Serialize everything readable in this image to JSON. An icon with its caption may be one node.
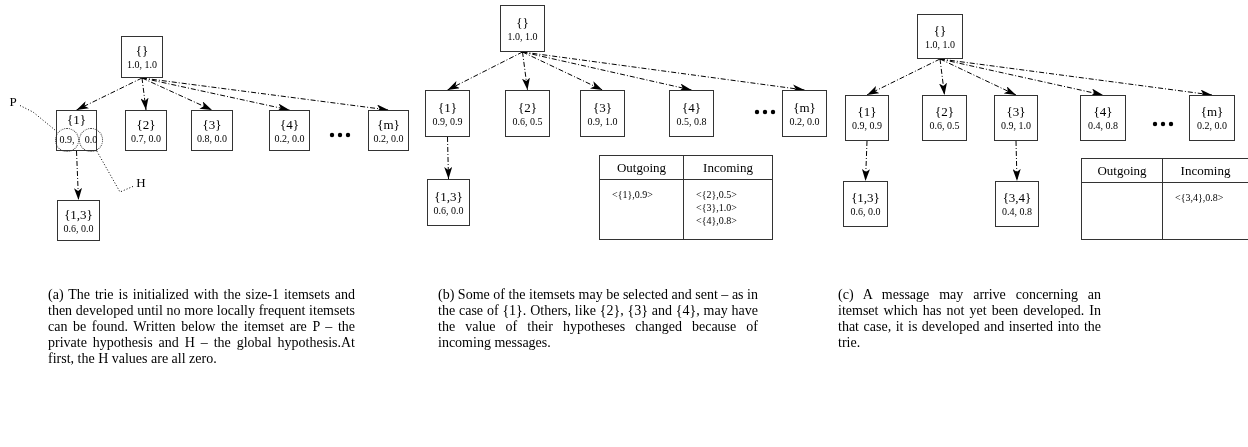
{
  "diagram": {
    "nodes": [
      {
        "text": [
          "{}",
          "1.0, 1.0"
        ]
      },
      {
        "text": [
          "{1}"
        ]
      },
      {
        "text": [
          "0.9,"
        ],
        "in": 1
      },
      {
        "text": [
          "0.0"
        ],
        "in": 1
      },
      {
        "text": [
          "{2}",
          "0.7, 0.0"
        ]
      },
      {
        "text": [
          "{3}",
          "0.8, 0.0"
        ]
      },
      {
        "text": [
          "{4}",
          "0.2, 0.0"
        ]
      },
      {
        "text": [
          "{m}",
          "0.2, 0.0"
        ]
      },
      {
        "text": [
          "{1,3}",
          "0.6, 0.0"
        ]
      },
      {
        "text": [
          "P"
        ]
      },
      {
        "text": [
          "H"
        ]
      },
      {
        "text": [
          "{}",
          "1.0, 1.0"
        ]
      },
      {
        "text": [
          "{1}",
          "0.9, 0.9"
        ]
      },
      {
        "text": [
          "{2}",
          "0.6, 0.5"
        ]
      },
      {
        "text": [
          "{3}",
          "0.9, 1.0"
        ]
      },
      {
        "text": [
          "{4}",
          "0.5, 0.8"
        ]
      },
      {
        "text": [
          "{m}",
          "0.2, 0.0"
        ]
      },
      {
        "text": [
          "{1,3}",
          "0.6, 0.0"
        ]
      },
      {
        "text": [
          "{}",
          "1.0, 1.0"
        ]
      },
      {
        "text": [
          "{1}",
          "0.9, 0.9"
        ]
      },
      {
        "text": [
          "{2}",
          "0.6, 0.5"
        ]
      },
      {
        "text": [
          "{3}",
          "0.9, 1.0"
        ]
      },
      {
        "text": [
          "{4}",
          "0.4, 0.8"
        ]
      },
      {
        "text": [
          "{m}",
          "0.2, 0.0"
        ]
      },
      {
        "text": [
          "{1,3}",
          "0.6, 0.0"
        ]
      },
      {
        "text": [
          "{3,4}",
          "0.4, 0.8"
        ]
      }
    ],
    "edges": [
      {
        "from": 0,
        "to": 1,
        "arrow": "to"
      },
      {
        "from": 0,
        "to": 4,
        "arrow": "to"
      },
      {
        "from": 0,
        "to": 5,
        "arrow": "to"
      },
      {
        "from": 0,
        "to": 6,
        "arrow": "to"
      },
      {
        "from": 0,
        "to": 7,
        "arrow": "to"
      },
      {
        "from": 1,
        "to": 8,
        "arrow": "to"
      },
      {
        "from": 9,
        "to": 2,
        "arrow": "none",
        "style": "dashed"
      },
      {
        "from": 10,
        "to": 3,
        "arrow": "none",
        "style": "dashed"
      },
      {
        "from": 11,
        "to": 12,
        "arrow": "to"
      },
      {
        "from": 11,
        "to": 13,
        "arrow": "to"
      },
      {
        "from": 11,
        "to": 14,
        "arrow": "to"
      },
      {
        "from": 11,
        "to": 15,
        "arrow": "to"
      },
      {
        "from": 11,
        "to": 16,
        "arrow": "to"
      },
      {
        "from": 12,
        "to": 17,
        "arrow": "to"
      },
      {
        "from": 18,
        "to": 19,
        "arrow": "to"
      },
      {
        "from": 18,
        "to": 20,
        "arrow": "to"
      },
      {
        "from": 18,
        "to": 21,
        "arrow": "to"
      },
      {
        "from": 18,
        "to": 22,
        "arrow": "to"
      },
      {
        "from": 18,
        "to": 23,
        "arrow": "to"
      },
      {
        "from": 19,
        "to": 24,
        "arrow": "to"
      },
      {
        "from": 21,
        "to": 25,
        "arrow": "to"
      }
    ],
    "labels": [
      "Outgoing",
      "Incoming",
      "<{1},0.9>",
      "<{2},0.5>",
      "<{3},1.0>",
      "<{4},0.8>",
      "Outgoing",
      "Incoming",
      "<{3,4},0.8>",
      "(a) The trie is initialized with the size-1 itemsets and then developed until no more locally frequent itemsets can be found. Written below the itemset are P – the private hypothesis and H – the global hypothesis.At first, the H values are all zero.",
      "(b) Some of the itemsets may be selected and sent – as in the case of {1}. Others, like {2}, {3} and {4}, may have the value of their hypotheses changed because of incoming messages.",
      "(c) A message may arrive concerning an itemset which has not yet been developed. In that case, it is developed and inserted into the trie."
    ]
  }
}
